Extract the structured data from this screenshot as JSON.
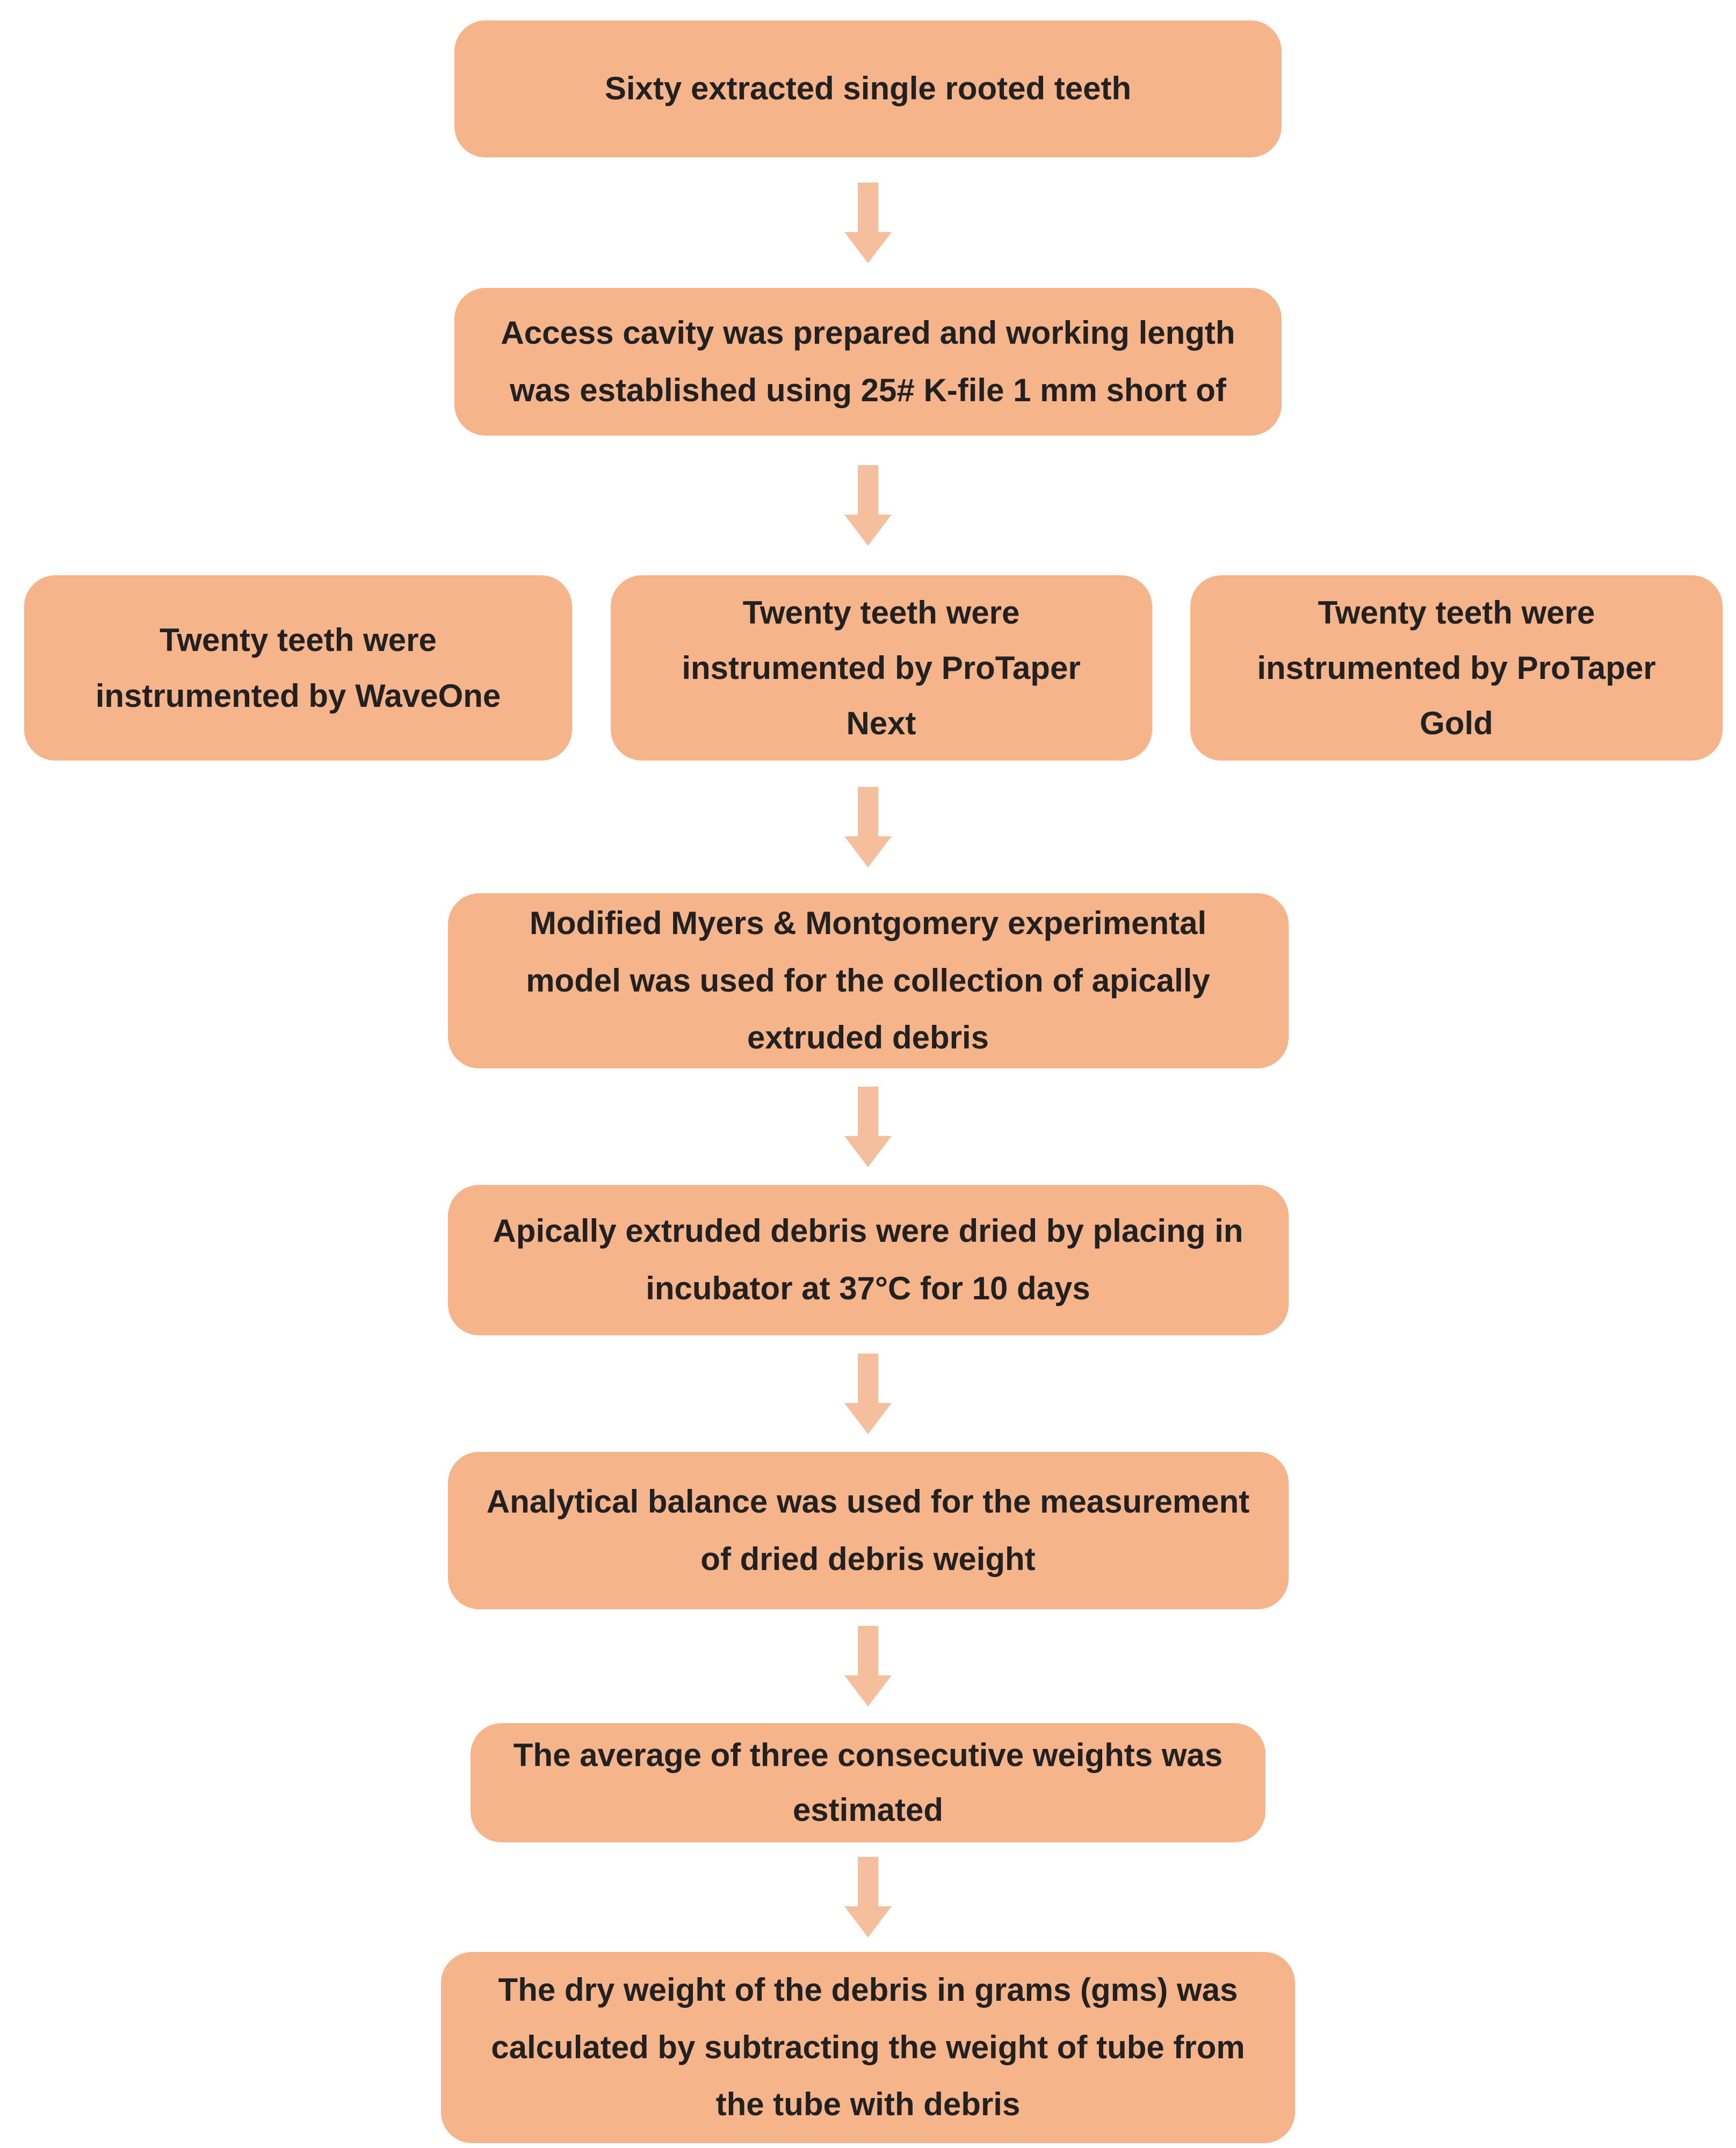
{
  "colors": {
    "background": "#ffffff",
    "box_fill": "#f5b48a",
    "arrow_fill": "#f5bf9d",
    "text": "#212121"
  },
  "flow": {
    "step1": "Sixty extracted single rooted teeth",
    "step2": "Access cavity was prepared and working length\nwas established using 25# K-file 1 mm short of",
    "branch": {
      "left": "Twenty teeth were\ninstrumented by WaveOne",
      "middle": "Twenty teeth were\ninstrumented by ProTaper\nNext",
      "right": "Twenty teeth were\ninstrumented by ProTaper\nGold"
    },
    "step4": "Modified Myers & Montgomery experimental\nmodel was used for the collection of apically\nextruded debris",
    "step5": "Apically extruded debris were dried by placing in\nincubator at 37°C for 10 days",
    "step6": "Analytical balance was used for the measurement\nof dried debris weight",
    "step7": "The average of three consecutive weights was\nestimated",
    "step8": "The dry weight of the debris in grams (gms) was\ncalculated by subtracting the weight of tube from\nthe tube with debris"
  }
}
